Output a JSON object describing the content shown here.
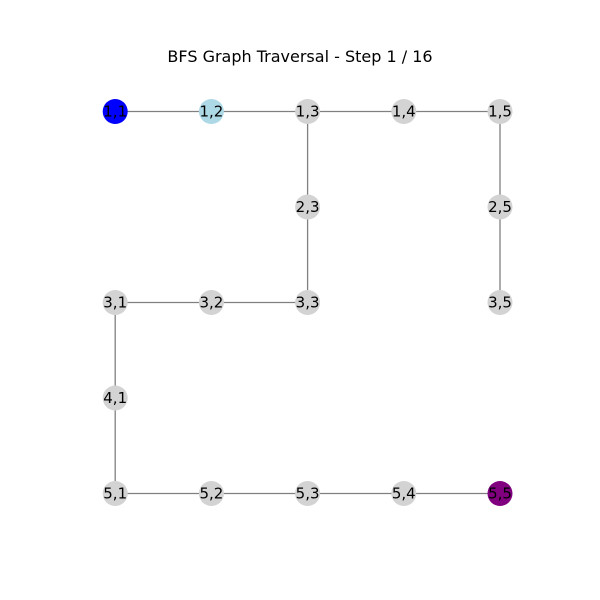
{
  "title": "BFS Graph Traversal - Step 1 / 16",
  "colors": {
    "current": "#0000ff",
    "frontier": "#add8e6",
    "goal": "#800080",
    "unvisited": "#d3d3d3",
    "edge": "#808080",
    "background": "#ffffff"
  },
  "nodes": [
    {
      "id": "1,1",
      "label": "1,1",
      "row": 1,
      "col": 1,
      "state": "current"
    },
    {
      "id": "1,2",
      "label": "1,2",
      "row": 1,
      "col": 2,
      "state": "frontier"
    },
    {
      "id": "1,3",
      "label": "1,3",
      "row": 1,
      "col": 3,
      "state": "unvisited"
    },
    {
      "id": "1,4",
      "label": "1,4",
      "row": 1,
      "col": 4,
      "state": "unvisited"
    },
    {
      "id": "1,5",
      "label": "1,5",
      "row": 1,
      "col": 5,
      "state": "unvisited"
    },
    {
      "id": "2,3",
      "label": "2,3",
      "row": 2,
      "col": 3,
      "state": "unvisited"
    },
    {
      "id": "2,5",
      "label": "2,5",
      "row": 2,
      "col": 5,
      "state": "unvisited"
    },
    {
      "id": "3,1",
      "label": "3,1",
      "row": 3,
      "col": 1,
      "state": "unvisited"
    },
    {
      "id": "3,2",
      "label": "3,2",
      "row": 3,
      "col": 2,
      "state": "unvisited"
    },
    {
      "id": "3,3",
      "label": "3,3",
      "row": 3,
      "col": 3,
      "state": "unvisited"
    },
    {
      "id": "3,5",
      "label": "3,5",
      "row": 3,
      "col": 5,
      "state": "unvisited"
    },
    {
      "id": "4,1",
      "label": "4,1",
      "row": 4,
      "col": 1,
      "state": "unvisited"
    },
    {
      "id": "5,1",
      "label": "5,1",
      "row": 5,
      "col": 1,
      "state": "unvisited"
    },
    {
      "id": "5,2",
      "label": "5,2",
      "row": 5,
      "col": 2,
      "state": "unvisited"
    },
    {
      "id": "5,3",
      "label": "5,3",
      "row": 5,
      "col": 3,
      "state": "unvisited"
    },
    {
      "id": "5,4",
      "label": "5,4",
      "row": 5,
      "col": 4,
      "state": "unvisited"
    },
    {
      "id": "5,5",
      "label": "5,5",
      "row": 5,
      "col": 5,
      "state": "goal"
    }
  ],
  "edges": [
    [
      "1,1",
      "1,2"
    ],
    [
      "1,2",
      "1,3"
    ],
    [
      "1,3",
      "1,4"
    ],
    [
      "1,4",
      "1,5"
    ],
    [
      "1,3",
      "2,3"
    ],
    [
      "2,3",
      "3,3"
    ],
    [
      "3,3",
      "3,2"
    ],
    [
      "3,2",
      "3,1"
    ],
    [
      "3,1",
      "4,1"
    ],
    [
      "4,1",
      "5,1"
    ],
    [
      "5,1",
      "5,2"
    ],
    [
      "5,2",
      "5,3"
    ],
    [
      "5,3",
      "5,4"
    ],
    [
      "5,4",
      "5,5"
    ],
    [
      "1,5",
      "2,5"
    ],
    [
      "2,5",
      "3,5"
    ]
  ]
}
